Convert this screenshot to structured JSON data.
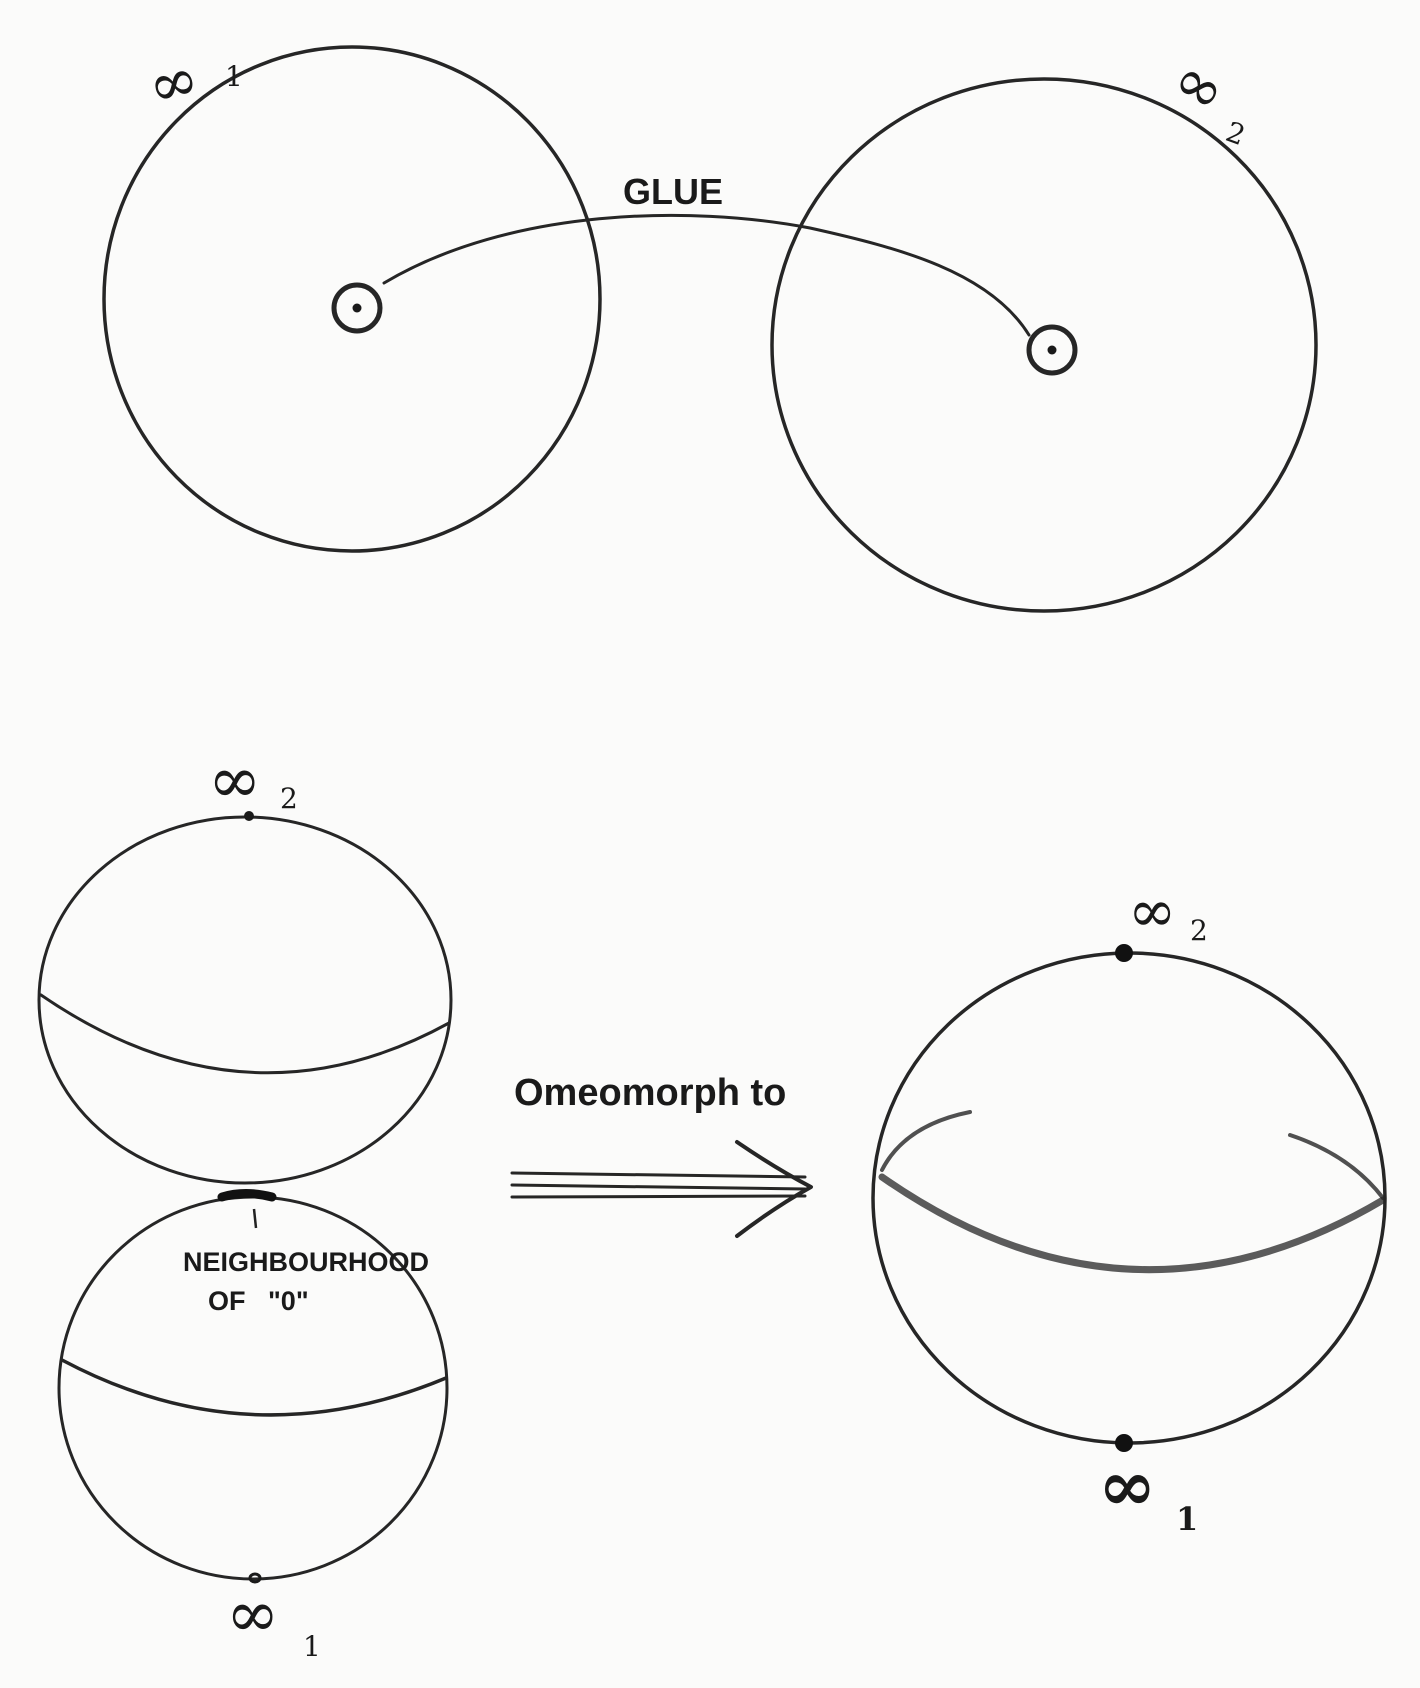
{
  "top": {
    "left_circle_label": {
      "symbol": "∞",
      "index": "1"
    },
    "right_circle_label": {
      "symbol": "∞",
      "index": "2"
    },
    "connector_label": "GLUE"
  },
  "bottom_left": {
    "top_sphere_label": {
      "symbol": "∞",
      "index": "2"
    },
    "bottom_sphere_label": {
      "symbol": "∞",
      "index": "1"
    },
    "contact_label_line1": "NEIGHBOURHOOD",
    "contact_label_line2": "OF   \"0\""
  },
  "arrow_label": "Omeomorph to",
  "bottom_right": {
    "top_point_label": {
      "symbol": "∞",
      "index": "2"
    },
    "bottom_point_label": {
      "symbol": "∞",
      "index": "1"
    }
  }
}
